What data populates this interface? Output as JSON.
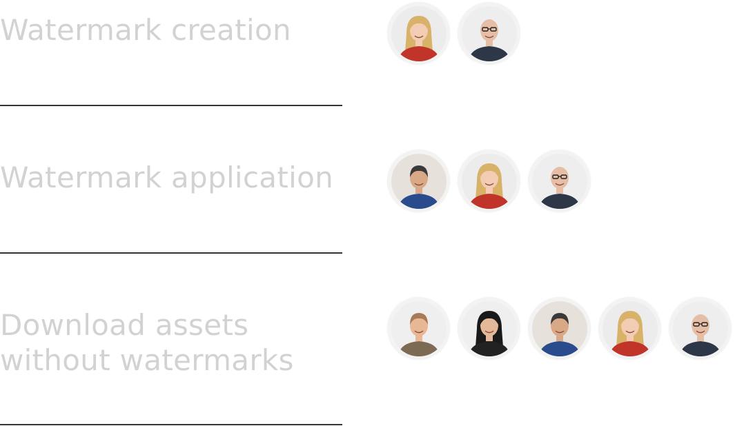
{
  "sections": [
    {
      "title": "Watermark creation",
      "users": [
        {
          "name": "blonde-woman",
          "hair": "#d9b26a",
          "skin": "#f2cdb3",
          "shirt": "#c1342a",
          "bg": "#ececec",
          "glasses": false,
          "bald": false
        },
        {
          "name": "bald-man-glasses",
          "hair": "#e6c4ad",
          "skin": "#e6bea5",
          "shirt": "#2e3748",
          "bg": "#eeeeee",
          "glasses": true,
          "bald": true
        }
      ]
    },
    {
      "title": "Watermark application",
      "users": [
        {
          "name": "older-man",
          "hair": "#3a3a3a",
          "skin": "#d9a987",
          "shirt": "#2b4c8c",
          "bg": "#e6e1db",
          "glasses": false,
          "bald": false
        },
        {
          "name": "blonde-woman",
          "hair": "#d9b26a",
          "skin": "#f2cdb3",
          "shirt": "#c1342a",
          "bg": "#ececec",
          "glasses": false,
          "bald": false
        },
        {
          "name": "bald-man-glasses",
          "hair": "#e6c4ad",
          "skin": "#e6bea5",
          "shirt": "#2e3748",
          "bg": "#eeeeee",
          "glasses": true,
          "bald": true
        }
      ]
    },
    {
      "title_line1": "Download assets",
      "title_line2": "without watermarks",
      "users": [
        {
          "name": "young-man",
          "hair": "#a87a55",
          "skin": "#e8b896",
          "shirt": "#7c6a55",
          "bg": "#efefef",
          "glasses": false,
          "bald": false
        },
        {
          "name": "dark-haired-woman",
          "hair": "#1a1a1a",
          "skin": "#e3b99a",
          "shirt": "#222222",
          "bg": "#efefef",
          "glasses": false,
          "bald": false
        },
        {
          "name": "older-man",
          "hair": "#3a3a3a",
          "skin": "#d9a987",
          "shirt": "#2b4c8c",
          "bg": "#e6e1db",
          "glasses": false,
          "bald": false
        },
        {
          "name": "blonde-woman",
          "hair": "#d9b26a",
          "skin": "#f2cdb3",
          "shirt": "#c1342a",
          "bg": "#ececec",
          "glasses": false,
          "bald": false
        },
        {
          "name": "bald-man-glasses",
          "hair": "#e6c4ad",
          "skin": "#e6bea5",
          "shirt": "#2e3748",
          "bg": "#eeeeee",
          "glasses": true,
          "bald": true
        }
      ]
    }
  ],
  "colors": {
    "label": "#d2d2d2",
    "divider": "#333333",
    "background": "#ffffff"
  }
}
